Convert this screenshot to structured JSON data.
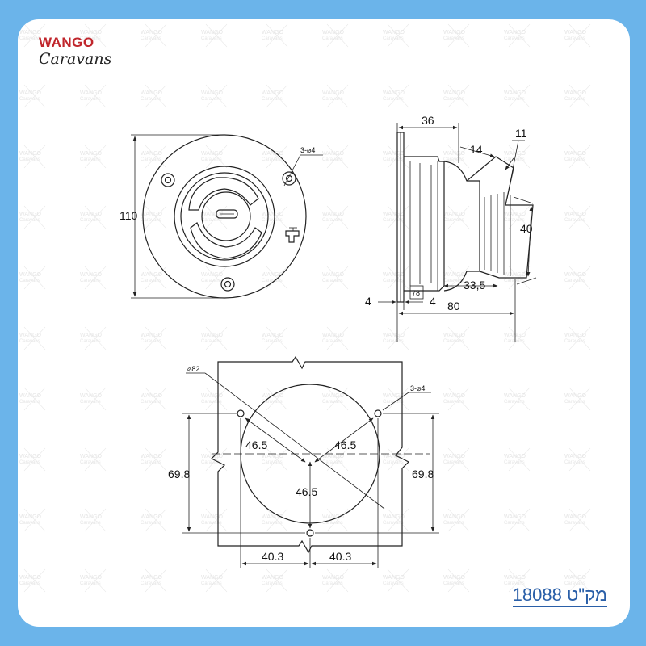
{
  "logo": {
    "line1": "WANGO",
    "line2": "Caravans"
  },
  "sku_label": "מק\"ט 18088",
  "watermark": {
    "line1": "WANGO",
    "line2": "Caravans"
  },
  "colors": {
    "background": "#6bb4ea",
    "card": "#ffffff",
    "ink": "#222222",
    "brand_red": "#c0262c",
    "sku_blue": "#2a5fa8"
  },
  "front_view": {
    "height_label": "110",
    "holes_label": "3-⌀4"
  },
  "side_view": {
    "dims": [
      "36",
      "14",
      "11",
      "40",
      "33,5",
      "78",
      "4",
      "4",
      "80"
    ]
  },
  "mounting_view": {
    "diameter_label": "⌀82",
    "holes_label": "3-⌀4",
    "radius_left": "46.5",
    "radius_right": "46.5",
    "radius_bottom": "46.5",
    "height_left": "69.8",
    "height_right": "69.8",
    "width_left": "40.3",
    "width_right": "40.3"
  }
}
